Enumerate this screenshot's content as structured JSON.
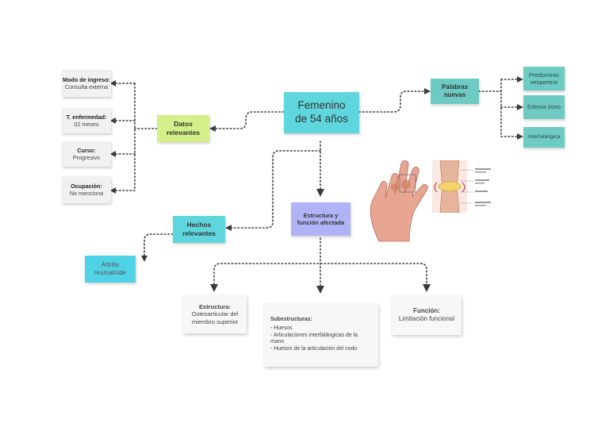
{
  "center": {
    "line1": "Femenino",
    "line2": "de 54 años"
  },
  "datos": {
    "title_line1": "Datos",
    "title_line2": "relevantes",
    "items": [
      {
        "label": "Modo de ingreso:",
        "value": "Consulta externa"
      },
      {
        "label": "T. enfermedad:",
        "value": "02 meses"
      },
      {
        "label": "Curso:",
        "value": "Progresivo"
      },
      {
        "label": "Ocupación:",
        "value": "No menciona"
      }
    ]
  },
  "palabras": {
    "title_line1": "Palabras",
    "title_line2": "nuevas",
    "items": [
      "Predominio vespertino",
      "Edema óseo",
      "Interfalángica"
    ]
  },
  "hechos": {
    "title_line1": "Hechos",
    "title_line2": "relevantes",
    "item": "Artritis reumatoide"
  },
  "estructura_funcion": {
    "line1": "Estructura y",
    "line2": "función afectada"
  },
  "estructura": {
    "label": "Estructura:",
    "value": "Osteoarticular del miembro superior"
  },
  "subestructuras": {
    "label": "Subestructuras:",
    "items": [
      "- Huesos",
      "- Articulaciones interfalángicas de la mano",
      "- Huesos de la articulación del codo"
    ]
  },
  "funcion": {
    "label": "Función:",
    "value": "Limitación funcional"
  },
  "images": {
    "hand": "hand-illustration",
    "joint": "joint-diagram"
  },
  "colors": {
    "center": "#5fd6de",
    "green": "#d4f08a",
    "teal": "#6dcbc3",
    "purple": "#b0b4f6",
    "gray": "#f1f1f1"
  }
}
